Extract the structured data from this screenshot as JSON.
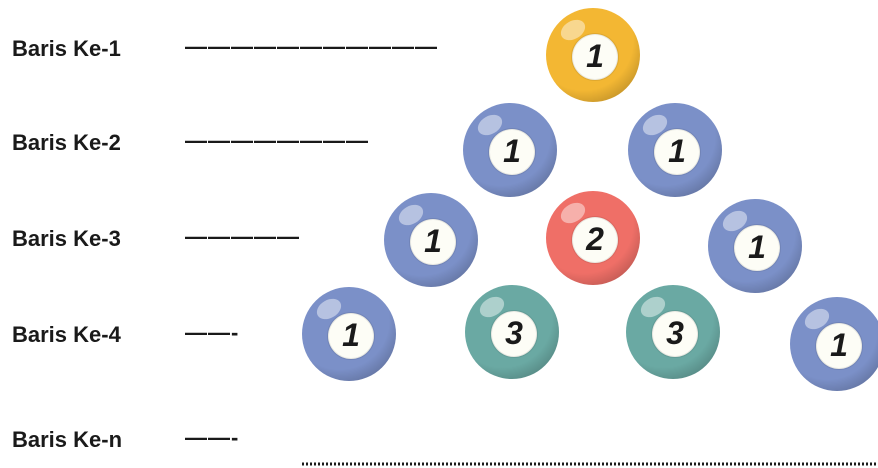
{
  "rows": [
    {
      "label": "Baris Ke-1",
      "dashes": "———————————"
    },
    {
      "label": "Baris Ke-2",
      "dashes": "————————"
    },
    {
      "label": "Baris Ke-3",
      "dashes": "—————"
    },
    {
      "label": "Baris Ke-4",
      "dashes": "——-"
    },
    {
      "label": "Baris Ke-n",
      "dashes": "——-"
    }
  ],
  "balls": [
    {
      "row": 1,
      "value": "1",
      "color": "#f3b733"
    },
    {
      "row": 2,
      "value": "1",
      "color": "#7b90c8"
    },
    {
      "row": 2,
      "value": "1",
      "color": "#7b90c8"
    },
    {
      "row": 3,
      "value": "1",
      "color": "#7b90c8"
    },
    {
      "row": 3,
      "value": "2",
      "color": "#ef6f67"
    },
    {
      "row": 3,
      "value": "1",
      "color": "#7b90c8"
    },
    {
      "row": 4,
      "value": "1",
      "color": "#7b90c8"
    },
    {
      "row": 4,
      "value": "3",
      "color": "#6aa9a3"
    },
    {
      "row": 4,
      "value": "3",
      "color": "#6aa9a3"
    },
    {
      "row": 4,
      "value": "1",
      "color": "#7b90c8"
    }
  ]
}
